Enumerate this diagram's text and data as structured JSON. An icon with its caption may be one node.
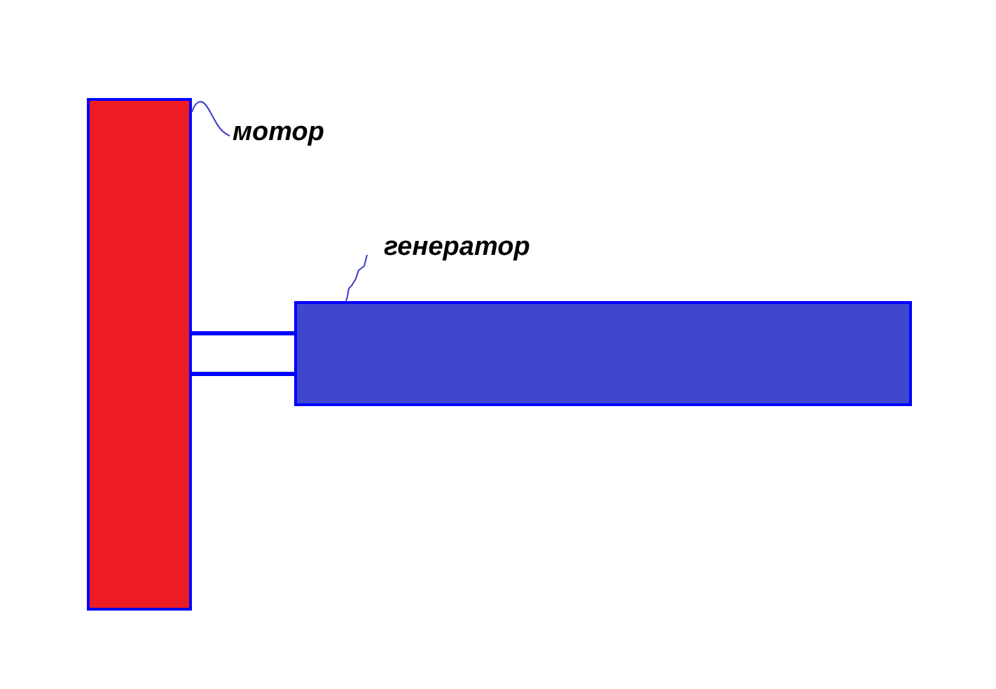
{
  "diagram": {
    "nodes": [
      {
        "text": [],
        "shape": "bar"
      },
      {
        "text": [
          "мотор"
        ]
      },
      {
        "text": [
          "генератор"
        ]
      },
      {
        "text": [],
        "shape": "bar"
      }
    ],
    "edges": [
      {
        "from": 1,
        "to": 0,
        "arrow": "none"
      },
      {
        "from": 2,
        "to": 3,
        "arrow": "none"
      },
      {
        "from": 0,
        "to": 3,
        "arrow": "none",
        "style": "thick"
      }
    ]
  }
}
